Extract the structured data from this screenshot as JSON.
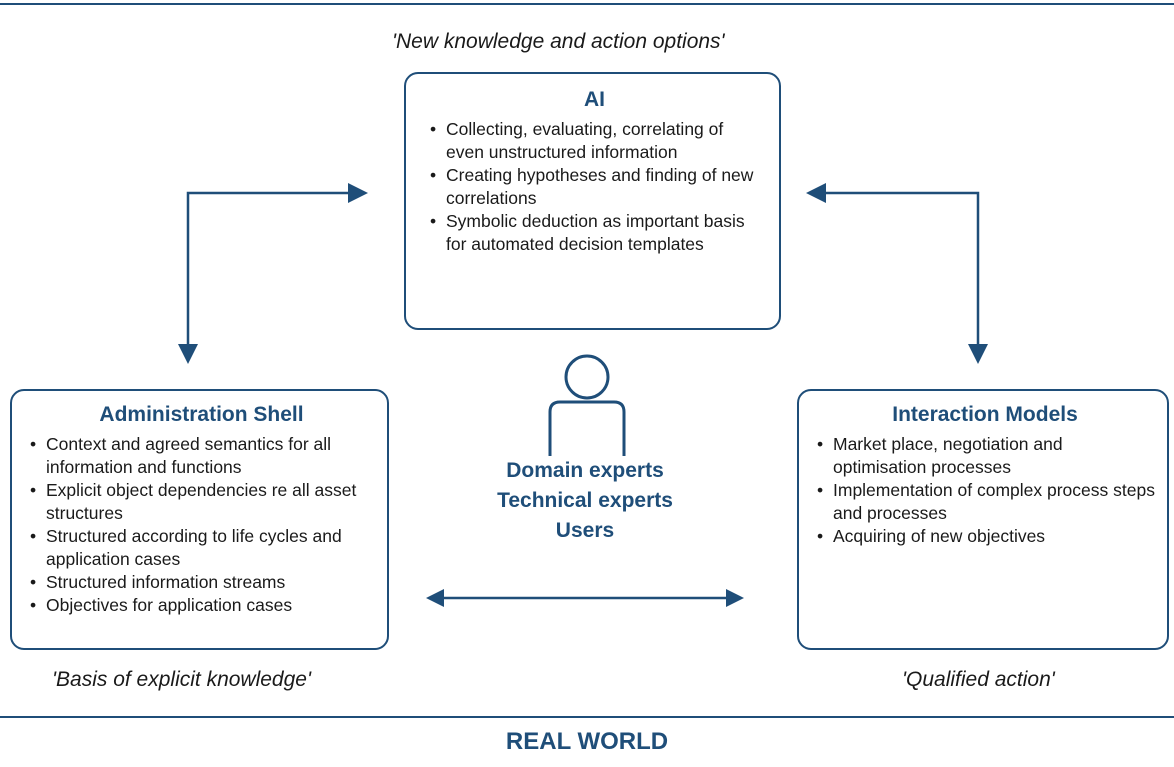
{
  "top_caption": "'New knowledge and action options'",
  "ai": {
    "title": "AI",
    "items": [
      "Collecting, evaluating, correlating of even unstructured information",
      "Creating hypotheses and finding of new correlations",
      "Symbolic deduction as important basis for automated decision templates"
    ]
  },
  "admin_shell": {
    "title": "Administration Shell",
    "items": [
      "Context and agreed semantics for all information and functions",
      "Explicit object dependencies re all asset structures",
      "Structured according to life cycles and application cases",
      "Structured information streams",
      "Objectives for application cases"
    ],
    "caption": "'Basis of explicit knowledge'"
  },
  "interaction_models": {
    "title": "Interaction Models",
    "items": [
      "Market place, negotiation and optimisation processes",
      "Implementation of complex process steps and processes",
      "Acquiring of new objectives"
    ],
    "caption": "'Qualified action'"
  },
  "center": {
    "icon": "person-icon",
    "roles": [
      "Domain experts",
      "Technical experts",
      "Users"
    ]
  },
  "footer": "REAL WORLD",
  "colors": {
    "accent": "#1f4e79",
    "text": "#1a1a1a"
  }
}
